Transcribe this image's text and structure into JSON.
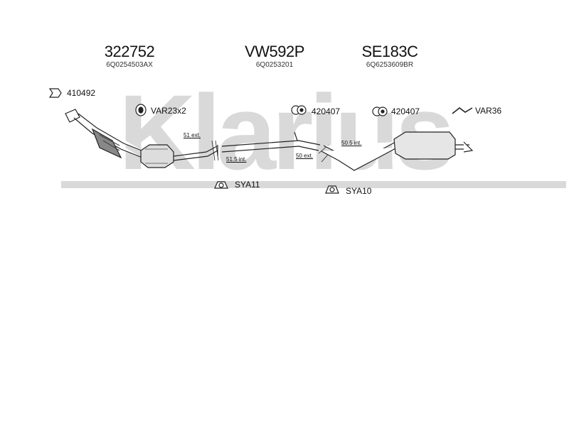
{
  "watermark": "Klarius",
  "headers": [
    {
      "part": "322752",
      "oem": "6Q0254503AX"
    },
    {
      "part": "VW592P",
      "oem": "6Q0253201"
    },
    {
      "part": "SE183C",
      "oem": "6Q6253609BR"
    }
  ],
  "accessories": {
    "gasket_top": "410492",
    "clamp": "VAR23x2",
    "hanger_a": "420407",
    "hanger_b": "420407",
    "tailpipe_clip": "VAR36",
    "mount_1": "SYA11",
    "mount_2": "SYA10"
  },
  "dimensions": {
    "d1": "51 ext.",
    "d2": "51.5 int.",
    "d3": "50 ext.",
    "d4": "50.5 int."
  }
}
